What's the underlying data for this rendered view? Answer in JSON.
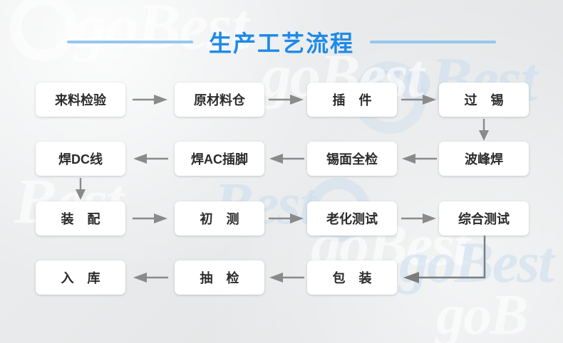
{
  "header": {
    "title": "生产工艺流程",
    "rule_color": "#93c7ef",
    "title_color": "#1e8ae8"
  },
  "theme": {
    "background": "#e8eaeb",
    "node_fill": "#ffffff",
    "node_text": "#2b2b2b",
    "arrow_color": "#8a8a8a",
    "elbow_color": "#7c7c7c"
  },
  "watermark": {
    "text_a": "goBest",
    "text_b": "goBest",
    "text_c": "Best",
    "text_d": "goBest",
    "text_e": "goB",
    "blue_1": "goBest",
    "blue_2": "Best",
    "blue_3": "goBest"
  },
  "flowchart": {
    "type": "process-flow",
    "direction": "serpentine",
    "rows": [
      {
        "index": 1,
        "direction": "left-to-right",
        "nodes": [
          "来料检验",
          "原材料仓",
          "插 件",
          "过 锡"
        ]
      },
      {
        "index": 2,
        "direction": "right-to-left",
        "nodes": [
          "焊DC线",
          "焊AC插脚",
          "锡面全检",
          "波峰焊"
        ]
      },
      {
        "index": 3,
        "direction": "left-to-right",
        "nodes": [
          "装 配",
          "初 测",
          "老化测试",
          "综合测试"
        ]
      },
      {
        "index": 4,
        "direction": "right-to-left",
        "nodes": [
          "入 库",
          "抽 检",
          "包 装"
        ]
      }
    ],
    "steps_in_order": [
      "来料检验",
      "原材料仓",
      "插 件",
      "过 锡",
      "波峰焊",
      "锡面全检",
      "焊AC插脚",
      "焊DC线",
      "装 配",
      "初 测",
      "老化测试",
      "综合测试",
      "包 装",
      "抽 检",
      "入 库"
    ],
    "connectors": [
      {
        "from": "来料检验",
        "to": "原材料仓",
        "shape": "horizontal",
        "direction": "right"
      },
      {
        "from": "原材料仓",
        "to": "插 件",
        "shape": "horizontal",
        "direction": "right"
      },
      {
        "from": "插 件",
        "to": "过 锡",
        "shape": "horizontal",
        "direction": "right"
      },
      {
        "from": "过 锡",
        "to": "波峰焊",
        "shape": "vertical",
        "direction": "down"
      },
      {
        "from": "波峰焊",
        "to": "锡面全检",
        "shape": "horizontal",
        "direction": "left"
      },
      {
        "from": "锡面全检",
        "to": "焊AC插脚",
        "shape": "horizontal",
        "direction": "left"
      },
      {
        "from": "焊AC插脚",
        "to": "焊DC线",
        "shape": "horizontal",
        "direction": "left"
      },
      {
        "from": "焊DC线",
        "to": "装 配",
        "shape": "vertical",
        "direction": "down"
      },
      {
        "from": "装 配",
        "to": "初 测",
        "shape": "horizontal",
        "direction": "right"
      },
      {
        "from": "初 测",
        "to": "老化测试",
        "shape": "horizontal",
        "direction": "right"
      },
      {
        "from": "老化测试",
        "to": "综合测试",
        "shape": "horizontal",
        "direction": "right"
      },
      {
        "from": "综合测试",
        "to": "包 装",
        "shape": "elbow-down-left",
        "direction": "left"
      },
      {
        "from": "包 装",
        "to": "抽 检",
        "shape": "horizontal",
        "direction": "left"
      },
      {
        "from": "抽 检",
        "to": "入 库",
        "shape": "horizontal",
        "direction": "left"
      }
    ]
  }
}
